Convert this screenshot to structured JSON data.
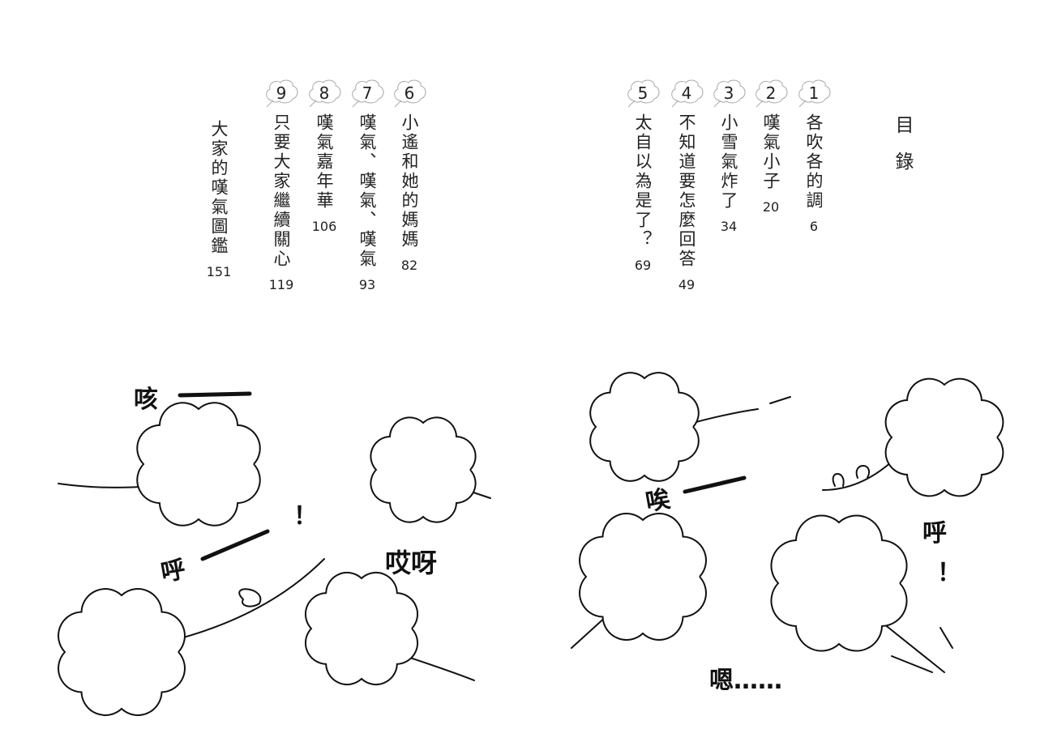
{
  "heading": "目錄",
  "chapters": [
    {
      "num": "1",
      "title": "各吹各的調",
      "page": "6"
    },
    {
      "num": "2",
      "title": "嘆氣小子",
      "page": "20"
    },
    {
      "num": "3",
      "title": "小雪氣炸了",
      "page": "34"
    },
    {
      "num": "4",
      "title": "不知道要怎麼回答",
      "page": "49"
    },
    {
      "num": "5",
      "title": "太自以為是了？",
      "page": "69"
    },
    {
      "num": "6",
      "title": "小遙和她的媽媽",
      "page": "82"
    },
    {
      "num": "7",
      "title": "嘆氣、嘆氣、嘆氣",
      "page": "93"
    },
    {
      "num": "8",
      "title": "嘆氣嘉年華",
      "page": "106"
    },
    {
      "num": "9",
      "title": "只要大家繼續關心",
      "page": "119"
    }
  ],
  "appendix": {
    "title": "大家的嘆氣圖鑑",
    "page": "151"
  },
  "illustration_text": {
    "cough": "咳",
    "whew": "呼",
    "exclaim": "！",
    "oops": "哎呀",
    "sigh": "唉",
    "huff": "呼",
    "hmm": "嗯……"
  }
}
